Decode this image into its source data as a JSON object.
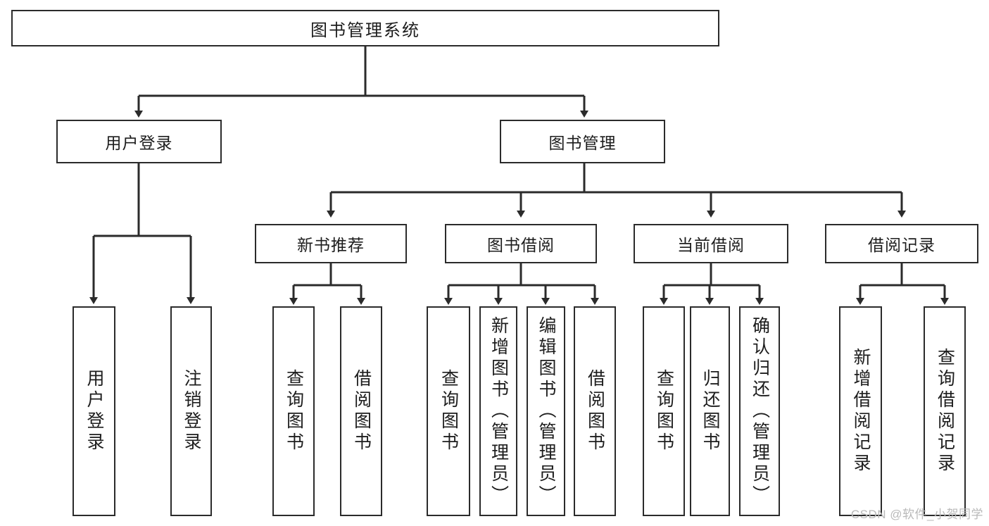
{
  "diagram": {
    "title": "图书管理系统",
    "watermark": "CSDN @软件_小贺同学",
    "level2": [
      {
        "label": "用户登录"
      },
      {
        "label": "图书管理"
      }
    ],
    "level3": [
      {
        "label": "新书推荐"
      },
      {
        "label": "图书借阅"
      },
      {
        "label": "当前借阅"
      },
      {
        "label": "借阅记录"
      }
    ],
    "leaves": {
      "user_login": [
        {
          "label": "用户登录"
        },
        {
          "label": "注销登录"
        }
      ],
      "new_book": [
        {
          "label": "查询图书"
        },
        {
          "label": "借阅图书"
        }
      ],
      "book_borrow": [
        {
          "label": "查询图书"
        },
        {
          "label": "新增图书（管理员）"
        },
        {
          "label": "编辑图书（管理员）"
        },
        {
          "label": "借阅图书"
        }
      ],
      "current_borrow": [
        {
          "label": "查询图书"
        },
        {
          "label": "归还图书"
        },
        {
          "label": "确认归还（管理员）"
        }
      ],
      "borrow_record": [
        {
          "label": "新增借阅记录"
        },
        {
          "label": "查询借阅记录"
        }
      ]
    },
    "colors": {
      "stroke": "#2b2b2b",
      "background": "#ffffff",
      "text": "#1d1d1d",
      "watermark": "#b9b9b9"
    }
  }
}
